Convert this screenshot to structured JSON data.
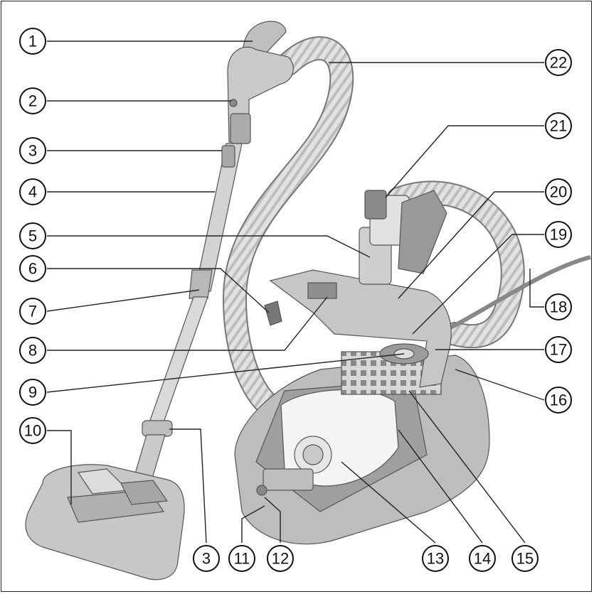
{
  "diagram": {
    "colors": {
      "body": "#cfcfcf",
      "body_dark": "#a9a9a9",
      "body_light": "#e6e6e6",
      "outline": "#555555",
      "line": "#222222",
      "callout_fill": "#ffffff",
      "bag": "#f4f4f4"
    },
    "callouts": [
      {
        "id": "c1",
        "label": "1"
      },
      {
        "id": "c2",
        "label": "2"
      },
      {
        "id": "c3a",
        "label": "3"
      },
      {
        "id": "c4",
        "label": "4"
      },
      {
        "id": "c5",
        "label": "5"
      },
      {
        "id": "c6",
        "label": "6"
      },
      {
        "id": "c7",
        "label": "7"
      },
      {
        "id": "c8",
        "label": "8"
      },
      {
        "id": "c9",
        "label": "9"
      },
      {
        "id": "c10",
        "label": "10"
      },
      {
        "id": "c3b",
        "label": "3"
      },
      {
        "id": "c11",
        "label": "11"
      },
      {
        "id": "c12",
        "label": "12"
      },
      {
        "id": "c13",
        "label": "13"
      },
      {
        "id": "c14",
        "label": "14"
      },
      {
        "id": "c15",
        "label": "15"
      },
      {
        "id": "c16",
        "label": "16"
      },
      {
        "id": "c17",
        "label": "17"
      },
      {
        "id": "c18",
        "label": "18"
      },
      {
        "id": "c19",
        "label": "19"
      },
      {
        "id": "c20",
        "label": "20"
      },
      {
        "id": "c21",
        "label": "21"
      },
      {
        "id": "c22",
        "label": "22"
      }
    ]
  }
}
